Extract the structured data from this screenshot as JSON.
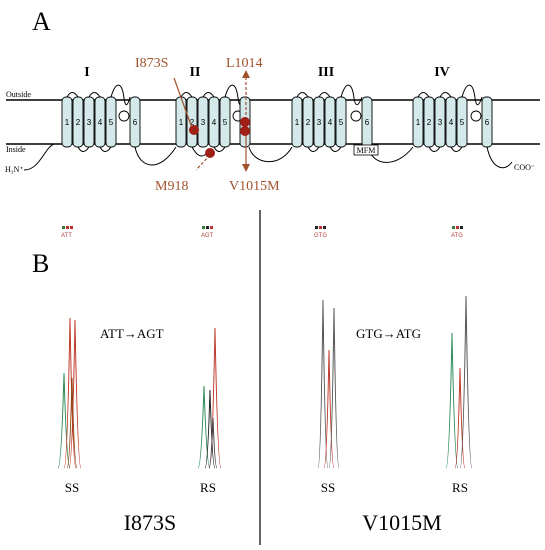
{
  "panel_a": {
    "label": "A",
    "outside_label": "Outside",
    "inside_label": "Inside",
    "n_terminus": "H₃N⁺",
    "c_terminus": "COO⁻",
    "domains": [
      "I",
      "II",
      "III",
      "IV"
    ],
    "segments": [
      "1",
      "2",
      "3",
      "4",
      "5",
      "6"
    ],
    "mfm_label": "MFM",
    "mutations": {
      "i873s": "I873S",
      "l1014": "L1014",
      "m918": "M918",
      "v1015m": "V1015M"
    },
    "mutation_color": "#a0522d",
    "site_color": "#a02018",
    "helix_fill": "#d4e9ea"
  },
  "panel_b": {
    "label": "B",
    "left": {
      "codon_change": "ATT→AGT",
      "ss_bases": "ATT",
      "rs_bases": "AGT",
      "ss_label": "SS",
      "rs_label": "RS",
      "title": "I873S"
    },
    "right": {
      "codon_change": "GTG→ATG",
      "ss_bases": "GTG",
      "rs_bases": "ATG",
      "ss_label": "SS",
      "rs_label": "RS",
      "title": "V1015M"
    }
  }
}
